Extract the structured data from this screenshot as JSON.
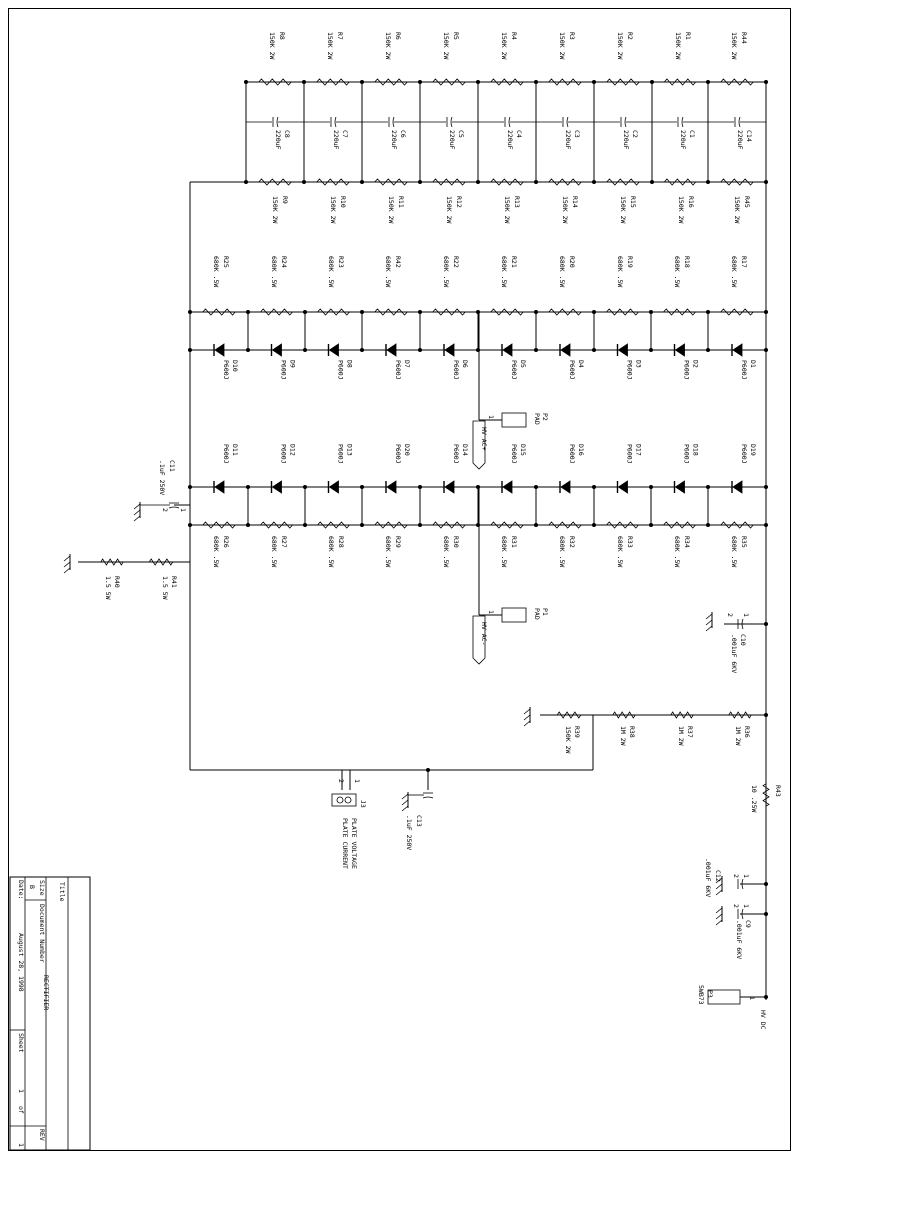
{
  "title_block": {
    "title_label": "Title",
    "title": "RECTIFIER",
    "size_label": "Size",
    "size": "B",
    "docnum_label": "Document Number",
    "rev_label": "REV",
    "date_label": "Date:",
    "date": "August 28, 1998",
    "sheet_label": "Sheet",
    "sheet": "1",
    "of_label": "of",
    "of": "1"
  },
  "top_resistors": [
    {
      "ref": "R8",
      "value": "150K 2W"
    },
    {
      "ref": "R7",
      "value": "150K 2W"
    },
    {
      "ref": "R6",
      "value": "150K 2W"
    },
    {
      "ref": "R5",
      "value": "150K 2W"
    },
    {
      "ref": "R4",
      "value": "150K 2W"
    },
    {
      "ref": "R3",
      "value": "150K 2W"
    },
    {
      "ref": "R2",
      "value": "150K 2W"
    },
    {
      "ref": "R1",
      "value": "150K 2W"
    },
    {
      "ref": "R44",
      "value": "150K 2W"
    }
  ],
  "capacitors": [
    {
      "ref": "C8",
      "value": "220uF"
    },
    {
      "ref": "C7",
      "value": "220uF"
    },
    {
      "ref": "C6",
      "value": "220uF"
    },
    {
      "ref": "C5",
      "value": "220uF"
    },
    {
      "ref": "C4",
      "value": "220uF"
    },
    {
      "ref": "C3",
      "value": "220uF"
    },
    {
      "ref": "C2",
      "value": "220uF"
    },
    {
      "ref": "C1",
      "value": "220uF"
    },
    {
      "ref": "C14",
      "value": "220uF"
    }
  ],
  "mid_resistors": [
    {
      "ref": "R9",
      "value": "150K 2W"
    },
    {
      "ref": "R10",
      "value": "150K 2W"
    },
    {
      "ref": "R11",
      "value": "150K 2W"
    },
    {
      "ref": "R12",
      "value": "150K 2W"
    },
    {
      "ref": "R13",
      "value": "150K 2W"
    },
    {
      "ref": "R14",
      "value": "150K 2W"
    },
    {
      "ref": "R15",
      "value": "150K 2W"
    },
    {
      "ref": "R16",
      "value": "150K 2W"
    },
    {
      "ref": "R45",
      "value": "150K 2W"
    }
  ],
  "upper_diode_resistors": [
    {
      "ref": "R25",
      "value": "680K .5W"
    },
    {
      "ref": "R24",
      "value": "680K .5W"
    },
    {
      "ref": "R23",
      "value": "680K .5W"
    },
    {
      "ref": "R42",
      "value": "680K .5W"
    },
    {
      "ref": "R22",
      "value": "680K .5W"
    },
    {
      "ref": "R21",
      "value": "680K .5W"
    },
    {
      "ref": "R20",
      "value": "680K .5W"
    },
    {
      "ref": "R19",
      "value": "680K .5W"
    },
    {
      "ref": "R18",
      "value": "680K .5W"
    },
    {
      "ref": "R17",
      "value": "680K .5W"
    }
  ],
  "upper_diodes": [
    {
      "ref": "D10",
      "value": "P600J"
    },
    {
      "ref": "D9",
      "value": "P600J"
    },
    {
      "ref": "D8",
      "value": "P600J"
    },
    {
      "ref": "D7",
      "value": "P600J"
    },
    {
      "ref": "D6",
      "value": "P600J"
    },
    {
      "ref": "D5",
      "value": "P600J"
    },
    {
      "ref": "D4",
      "value": "P600J"
    },
    {
      "ref": "D3",
      "value": "P600J"
    },
    {
      "ref": "D2",
      "value": "P600J"
    },
    {
      "ref": "D1",
      "value": "P600J"
    }
  ],
  "lower_diodes": [
    {
      "ref": "D11",
      "value": "P600J"
    },
    {
      "ref": "D12",
      "value": "P600J"
    },
    {
      "ref": "D13",
      "value": "P600J"
    },
    {
      "ref": "D20",
      "value": "P600J"
    },
    {
      "ref": "D14",
      "value": "P600J"
    },
    {
      "ref": "D15",
      "value": "P600J"
    },
    {
      "ref": "D16",
      "value": "P600J"
    },
    {
      "ref": "D17",
      "value": "P600J"
    },
    {
      "ref": "D18",
      "value": "P600J"
    },
    {
      "ref": "D19",
      "value": "P600J"
    }
  ],
  "lower_diode_resistors": [
    {
      "ref": "R26",
      "value": "680K .5W"
    },
    {
      "ref": "R27",
      "value": "680K .5W"
    },
    {
      "ref": "R28",
      "value": "680K .5W"
    },
    {
      "ref": "R29",
      "value": "680K .5W"
    },
    {
      "ref": "R30",
      "value": "680K .5W"
    },
    {
      "ref": "R31",
      "value": "680K .5W"
    },
    {
      "ref": "R32",
      "value": "680K .5W"
    },
    {
      "ref": "R33",
      "value": "680K .5W"
    },
    {
      "ref": "R34",
      "value": "680K .5W"
    },
    {
      "ref": "R35",
      "value": "680K .5W"
    }
  ],
  "pads": [
    {
      "ref": "P2",
      "value": "PAD",
      "net": "HV AC+"
    },
    {
      "ref": "P1",
      "value": "PAD",
      "net": "HV AC-"
    }
  ],
  "parts": {
    "c11": {
      "ref": "C11",
      "value": ".1uF 250V"
    },
    "r40": {
      "ref": "R40",
      "value": "1.5 5W"
    },
    "r41": {
      "ref": "R41",
      "value": "1.5 5W"
    },
    "c10": {
      "ref": "C10",
      "value": ".001uF 6KV"
    },
    "r36": {
      "ref": "R36",
      "value": "1M 2W"
    },
    "r37": {
      "ref": "R37",
      "value": "1M 2W"
    },
    "r38": {
      "ref": "R38",
      "value": "1M 2W"
    },
    "r39": {
      "ref": "R39",
      "value": "150K 2W"
    },
    "r43": {
      "ref": "R43",
      "value": "10 .25W"
    },
    "j3": {
      "ref": "J3",
      "line1": "PLATE VOLTAGE",
      "line2": "PLATE CURRENT"
    },
    "c13": {
      "ref": "C13",
      "value": ".1uF 250V"
    },
    "c12": {
      "ref": "C12",
      "value": ".001uF 6KV"
    },
    "c9": {
      "ref": "C9",
      "value": ".001uF 6KV"
    },
    "p3": {
      "ref": "P3",
      "value": "5WB73",
      "net": "HV DC"
    }
  },
  "pin_numbers": {
    "one": "1",
    "two": "2"
  }
}
